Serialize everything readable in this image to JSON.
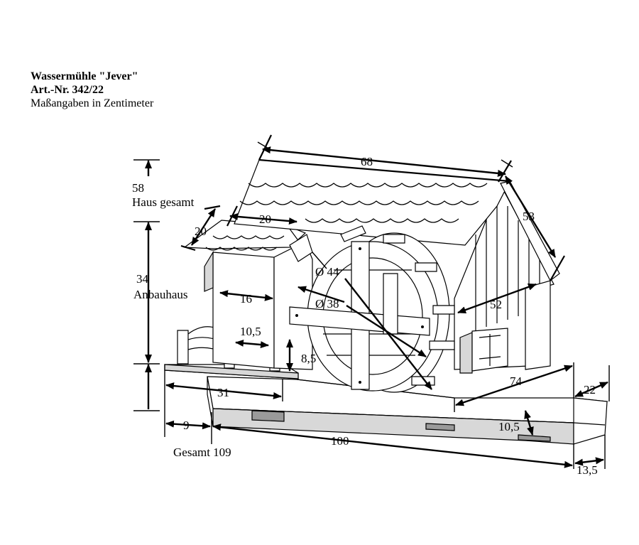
{
  "title": {
    "line1": "Wassermühle \"Jever\"",
    "line2": "Art.-Nr. 342/22",
    "line3": "Maßangaben in Zentimeter"
  },
  "dimensions": {
    "house_total_value": "58",
    "house_total_label": "Haus gesamt",
    "annex_value": "34",
    "annex_label": "Anbauhaus",
    "roof_length": "68",
    "roof_slope": "53",
    "annex_roof_width": "20",
    "annex_roof_depth": "20",
    "annex_width": "16",
    "wheel_outer": "Ø 44",
    "wheel_inner": "Ø 38",
    "house_depth": "52",
    "fence_gap": "10,5",
    "fence_height": "8,5",
    "base_left": "31",
    "channel_length": "74",
    "channel_width": "22",
    "channel_height": "10,5",
    "offset_left": "9",
    "base_length": "100",
    "total_label": "Gesamt 109",
    "channel_depth": "13,5"
  },
  "colors": {
    "line": "#000000",
    "light_fill": "#d8d8d8",
    "dark_fill": "#9a9a9a",
    "background": "#ffffff"
  }
}
